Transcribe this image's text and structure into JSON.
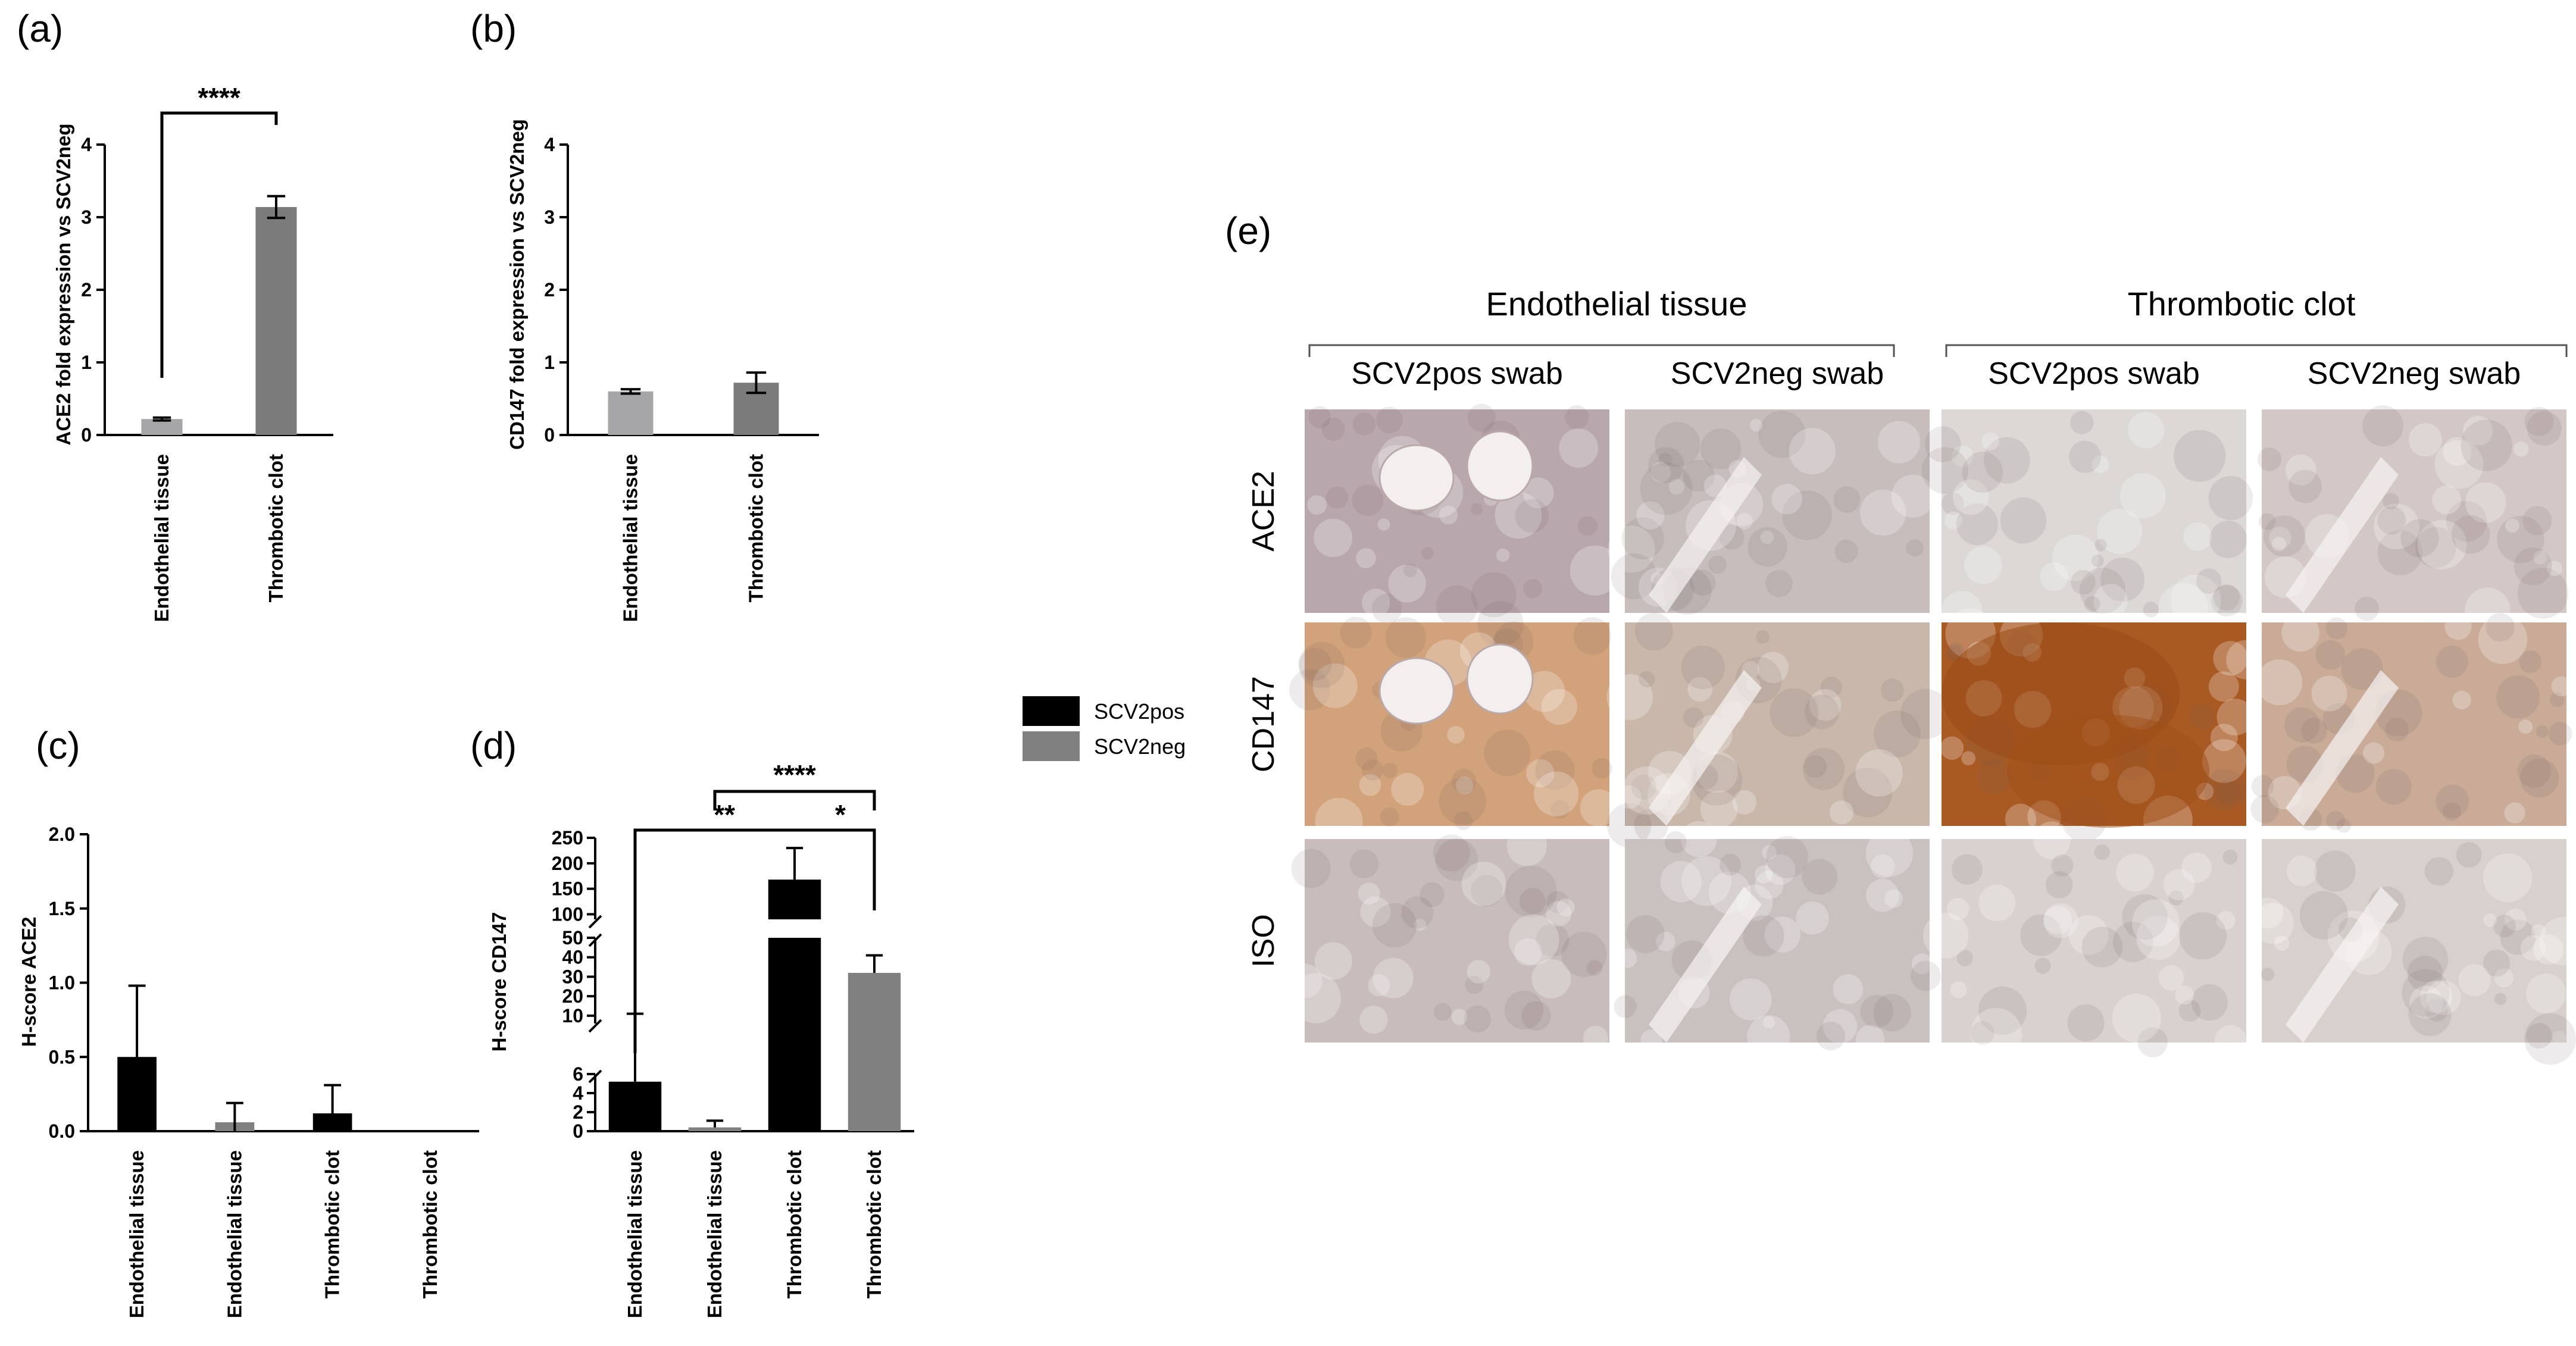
{
  "chart_data": [
    {
      "panel": "(a)",
      "type": "bar",
      "categories": [
        "Endothelial tissue",
        "Thrombotic clot"
      ],
      "values": [
        0.22,
        3.14
      ],
      "errors": [
        0.02,
        0.15
      ],
      "colors": [
        "#a6a6a8",
        "#7b7b7b"
      ],
      "ylabel": "ACE2 fold expression vs SCV2neg",
      "ylim": [
        0,
        4
      ],
      "yticks": [
        "0",
        "1",
        "2",
        "3",
        "4"
      ],
      "significance": [
        {
          "from": 0,
          "to": 1,
          "label": "****"
        }
      ]
    },
    {
      "panel": "(b)",
      "type": "bar",
      "categories": [
        "Endothelial tissue",
        "Thrombotic clot"
      ],
      "values": [
        0.6,
        0.72
      ],
      "errors": [
        0.03,
        0.14
      ],
      "colors": [
        "#a6a6a8",
        "#7b7b7b"
      ],
      "ylabel": "CD147 fold expression vs SCV2neg",
      "ylim": [
        0,
        4
      ],
      "yticks": [
        "0",
        "1",
        "2",
        "3",
        "4"
      ]
    },
    {
      "panel": "(c)",
      "type": "bar",
      "categories": [
        "Endothelial tissue",
        "Endothelial tissue",
        "Thrombotic clot",
        "Thrombotic clot"
      ],
      "values": [
        0.5,
        0.06,
        0.12,
        0.0
      ],
      "errors": [
        0.48,
        0.13,
        0.19,
        0.0
      ],
      "groups": [
        "SCV2pos",
        "SCV2neg",
        "SCV2pos",
        "SCV2neg"
      ],
      "ylabel": "H-score ACE2",
      "ylim": [
        0,
        2.0
      ],
      "yticks": [
        "0.0",
        "0.5",
        "1.0",
        "1.5",
        "2.0"
      ]
    },
    {
      "panel": "(d)",
      "type": "bar",
      "categories": [
        "Endothelial tissue",
        "Endothelial tissue",
        "Thrombotic clot",
        "Thrombotic clot"
      ],
      "values": [
        5.2,
        0.4,
        168,
        32
      ],
      "errors": [
        5.8,
        0.7,
        62,
        9
      ],
      "groups": [
        "SCV2pos",
        "SCV2neg",
        "SCV2pos",
        "SCV2neg"
      ],
      "ylabel": "H-score CD147",
      "broken_axis": true,
      "ytick_segments": [
        {
          "ticks": [
            "0",
            "2",
            "4",
            "6"
          ],
          "range": [
            0,
            6
          ]
        },
        {
          "ticks": [
            "10",
            "20",
            "30",
            "40",
            "50"
          ],
          "range": [
            6,
            50
          ]
        },
        {
          "ticks": [
            "100",
            "150",
            "200",
            "250"
          ],
          "range": [
            90,
            250
          ]
        }
      ],
      "significance": [
        {
          "from": 0,
          "to": 3,
          "label": "**"
        },
        {
          "from": 1,
          "to": 3,
          "label": "****"
        },
        {
          "from": 2,
          "to": 3,
          "label": "*"
        }
      ]
    }
  ],
  "legend": {
    "items": [
      {
        "label": "SCV2pos",
        "color": "#000000"
      },
      {
        "label": "SCV2neg",
        "color": "#808080"
      }
    ]
  },
  "histology": {
    "panel": "(e)",
    "groups": [
      "Endothelial tissue",
      "Thrombotic clot"
    ],
    "columns": [
      "SCV2pos swab",
      "SCV2neg swab",
      "SCV2pos swab",
      "SCV2neg swab"
    ],
    "rows": [
      "ACE2",
      "CD147",
      "ISO"
    ],
    "tile_colors": {
      "ACE2": [
        "#b9a7ae",
        "#c7bdbd",
        "#dbd8d6",
        "#d3c8c6"
      ],
      "CD147": [
        "#d2a27a",
        "#c8b7aa",
        "#a95a23",
        "#c9ab98"
      ],
      "ISO": [
        "#c9bcbc",
        "#c9c1c0",
        "#d8d1cf",
        "#d7d0cc"
      ]
    }
  }
}
